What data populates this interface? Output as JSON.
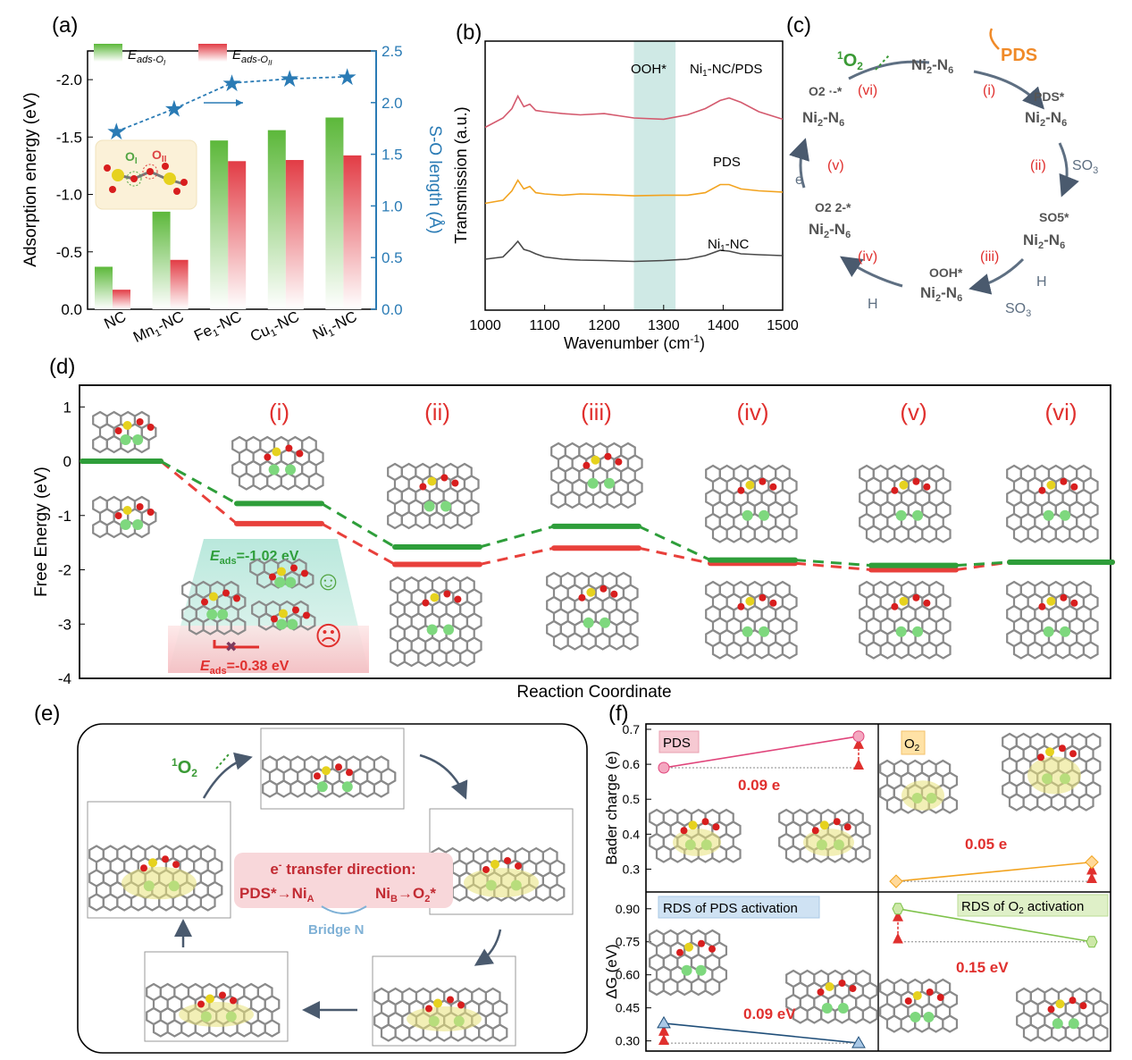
{
  "panels": {
    "a": "(a)",
    "b": "(b)",
    "c": "(c)",
    "d": "(d)",
    "e": "(e)",
    "f": "(f)"
  },
  "chart_data": [
    {
      "id": "a",
      "type": "bar",
      "categories": [
        "NC",
        "Mn1-NC",
        "Fe1-NC",
        "Cu1-NC",
        "Ni1-NC"
      ],
      "category_labels": [
        {
          "main": "NC",
          "sub": ""
        },
        {
          "main": "Mn",
          "sub": "1",
          "rest": "-NC"
        },
        {
          "main": "Fe",
          "sub": "1",
          "rest": "-NC"
        },
        {
          "main": "Cu",
          "sub": "1",
          "rest": "-NC"
        },
        {
          "main": "Ni",
          "sub": "1",
          "rest": "-NC"
        }
      ],
      "series": [
        {
          "name": "E_ads-O_I",
          "values": [
            -0.37,
            -0.85,
            -1.47,
            -1.56,
            -1.67
          ],
          "color": "#6dbf4b"
        },
        {
          "name": "E_ads-O_II",
          "values": [
            -0.17,
            -0.43,
            -1.29,
            -1.3,
            -1.34
          ],
          "color": "#e5454a"
        }
      ],
      "legend": [
        {
          "prefix": "E",
          "sub": "ads-O",
          "subsub": "I"
        },
        {
          "prefix": "E",
          "sub": "ads-O",
          "subsub": "II"
        }
      ],
      "ylabel": "Adsorption energy (eV)",
      "ylim": [
        0,
        -2.25
      ],
      "yticks": [
        "0.0",
        "-0.5",
        "-1.0",
        "-1.5",
        "-2.0"
      ],
      "y2label": "S-O length (Å)",
      "y2": {
        "values": [
          1.72,
          1.94,
          2.19,
          2.23,
          2.25
        ],
        "color": "#2a7bb5",
        "ylim": [
          0,
          2.5
        ],
        "ticks": [
          "0.0",
          "0.5",
          "1.0",
          "1.5",
          "2.0",
          "2.5"
        ]
      },
      "inset_labels": [
        "O",
        "I",
        "O",
        "II"
      ]
    },
    {
      "id": "b",
      "type": "line",
      "xlabel": "Wavenumber (cm",
      "xlabel_sup": "-1",
      "xlabel_end": ")",
      "ylabel": "Transmission (a.u.)",
      "xlim": [
        1000,
        1500
      ],
      "xticks": [
        "1000",
        "1100",
        "1200",
        "1300",
        "1400",
        "1500"
      ],
      "highlight": {
        "label": "OOH*",
        "from": 1250,
        "to": 1320,
        "color": "#cfe9e5"
      },
      "series": [
        {
          "name": "Ni1-NC/PDS",
          "label": "Ni",
          "sub": "1",
          "rest": "-NC/PDS",
          "color": "#d45a6e",
          "x": [
            1000,
            1030,
            1045,
            1055,
            1065,
            1075,
            1085,
            1100,
            1130,
            1160,
            1200,
            1250,
            1300,
            1340,
            1370,
            1395,
            1410,
            1430,
            1460,
            1500
          ],
          "y": [
            0.25,
            0.4,
            0.55,
            0.75,
            0.58,
            0.62,
            0.52,
            0.5,
            0.47,
            0.45,
            0.47,
            0.4,
            0.38,
            0.45,
            0.55,
            0.68,
            0.72,
            0.65,
            0.5,
            0.38
          ]
        },
        {
          "name": "PDS",
          "label": "PDS",
          "sub": "",
          "rest": "",
          "color": "#f2a31f",
          "x": [
            1000,
            1030,
            1045,
            1055,
            1065,
            1075,
            1085,
            1100,
            1130,
            1160,
            1200,
            1250,
            1300,
            1340,
            1370,
            1395,
            1410,
            1430,
            1460,
            1500
          ],
          "y": [
            0.25,
            0.3,
            0.45,
            0.62,
            0.48,
            0.52,
            0.42,
            0.4,
            0.38,
            0.4,
            0.39,
            0.37,
            0.38,
            0.38,
            0.42,
            0.55,
            0.55,
            0.48,
            0.45,
            0.43
          ]
        },
        {
          "name": "Ni1-NC",
          "label": "Ni",
          "sub": "1",
          "rest": "-NC",
          "color": "#4a4a4a",
          "x": [
            1000,
            1030,
            1045,
            1055,
            1065,
            1075,
            1085,
            1100,
            1130,
            1160,
            1200,
            1250,
            1300,
            1340,
            1370,
            1395,
            1410,
            1430,
            1460,
            1500
          ],
          "y": [
            0.3,
            0.35,
            0.55,
            0.7,
            0.52,
            0.48,
            0.42,
            0.35,
            0.3,
            0.28,
            0.27,
            0.25,
            0.27,
            0.3,
            0.38,
            0.5,
            0.48,
            0.42,
            0.4,
            0.38
          ]
        }
      ]
    },
    {
      "id": "d",
      "type": "line",
      "ylabel": "Free Energy (eV)",
      "xlabel": "Reaction Coordinate",
      "ylim": [
        -4,
        1.4
      ],
      "yticks": [
        "1",
        "0",
        "-1",
        "-2",
        "-3",
        "-4"
      ],
      "steps": [
        "(i)",
        "(ii)",
        "(iii)",
        "(iv)",
        "(v)",
        "(vi)"
      ],
      "series": [
        {
          "name": "green",
          "color": "#2e9e3a",
          "values": [
            0,
            -0.78,
            -1.58,
            -1.2,
            -1.82,
            -1.92,
            -1.86
          ]
        },
        {
          "name": "red",
          "color": "#e8403b",
          "values": [
            0,
            -1.15,
            -1.9,
            -1.6,
            -1.88,
            -2.0,
            -1.86
          ]
        }
      ],
      "eads_good": {
        "prefix": "E",
        "sub": "ads",
        "value": "=-1.02 eV",
        "face": "☺"
      },
      "eads_bad": {
        "prefix": "E",
        "sub": "ads",
        "value": "=-0.38 eV",
        "face": "☹"
      }
    },
    {
      "id": "f1",
      "type": "line",
      "label": "PDS",
      "ylabel": "Bader charge (e)",
      "ylim": [
        0.25,
        0.7
      ],
      "yticks": [
        "0.7",
        "0.6",
        "0.5",
        "0.4",
        "0.3"
      ],
      "values": [
        0.59,
        0.68
      ],
      "annotation": "0.09 e",
      "color": "#e0457b"
    },
    {
      "id": "f2",
      "type": "line",
      "label": "O",
      "label_sub": "2",
      "ylim": [
        0.25,
        0.7
      ],
      "values": [
        0.265,
        0.32
      ],
      "annotation": "0.05 e",
      "color": "#f2a31f"
    },
    {
      "id": "f3",
      "type": "line",
      "label": "RDS of PDS activation",
      "ylabel": "ΔG (eV)",
      "ylim": [
        0.27,
        0.96
      ],
      "yticks": [
        "0.90",
        "0.75",
        "0.60",
        "0.45",
        "0.30"
      ],
      "values": [
        0.38,
        0.29
      ],
      "annotation": "0.09 eV",
      "color": "#1f4e79"
    },
    {
      "id": "f4",
      "type": "line",
      "label": "RDS of O",
      "label_sub": "2",
      "label_rest": " activation",
      "ylim": [
        0.27,
        0.96
      ],
      "values": [
        0.9,
        0.75
      ],
      "annotation": "0.15 eV",
      "color": "#7ec24a"
    }
  ],
  "cycle_c": {
    "center": "Ni2-N6",
    "nodes": [
      {
        "top": "",
        "main": "Ni",
        "sub": "2",
        "rest": "-N",
        "sub2": "6"
      },
      {
        "top": "PDS*",
        "main": "Ni",
        "sub": "2",
        "rest": "-N",
        "sub2": "6"
      },
      {
        "top": "SO5*",
        "main": "Ni",
        "sub": "2",
        "rest": "-N",
        "sub2": "6"
      },
      {
        "top": "OOH*",
        "main": "Ni",
        "sub": "2",
        "rest": "-N",
        "sub2": "6"
      },
      {
        "top": "O2 2-*",
        "main": "Ni",
        "sub": "2",
        "rest": "-N",
        "sub2": "6"
      },
      {
        "top": "O2 ·-*",
        "main": "Ni",
        "sub": "2",
        "rest": "-N",
        "sub2": "6"
      }
    ],
    "steps": [
      "(i)",
      "(ii)",
      "(iii)",
      "(iv)",
      "(v)",
      "(vi)"
    ],
    "labels": {
      "pds": "PDS",
      "so3": "SO",
      "so3sub": "3",
      "h": "H",
      "e": "e",
      "singlet": "O",
      "singlet_sup": "1",
      "singlet_sub": "2"
    }
  },
  "panel_e": {
    "singlet": "O",
    "singlet_sup": "1",
    "singlet_sub": "2",
    "transfer_title": "e",
    "transfer_title_rest": " transfer direction:",
    "transfer_left": "PDS*→Ni",
    "transfer_left_sub": "A",
    "transfer_right": "Ni",
    "transfer_right_sub": "B",
    "transfer_right_rest": "→O",
    "bridge": "Bridge N"
  }
}
